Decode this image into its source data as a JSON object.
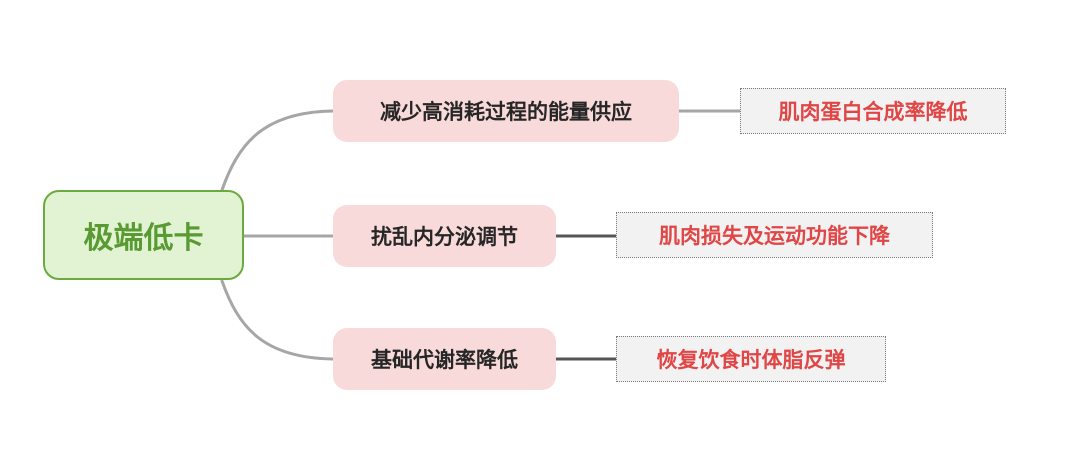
{
  "root": {
    "label": "极端低卡"
  },
  "branches": [
    {
      "label": "减少高消耗过程的能量供应",
      "result": "肌肉蛋白合成率降低"
    },
    {
      "label": "扰乱内分泌调节",
      "result": "肌肉损失及运动功能下降"
    },
    {
      "label": "基础代谢率降低",
      "result": "恢复饮食时体脂反弹"
    }
  ],
  "colors": {
    "root_fill": "#e1f3d3",
    "root_border": "#6aaa3e",
    "root_text": "#5a9a33",
    "branch_fill": "#f9dada",
    "branch_text": "#262626",
    "leaf_fill": "#f2f2f2",
    "leaf_text": "#e04646",
    "connector": "#a6a6a6"
  }
}
